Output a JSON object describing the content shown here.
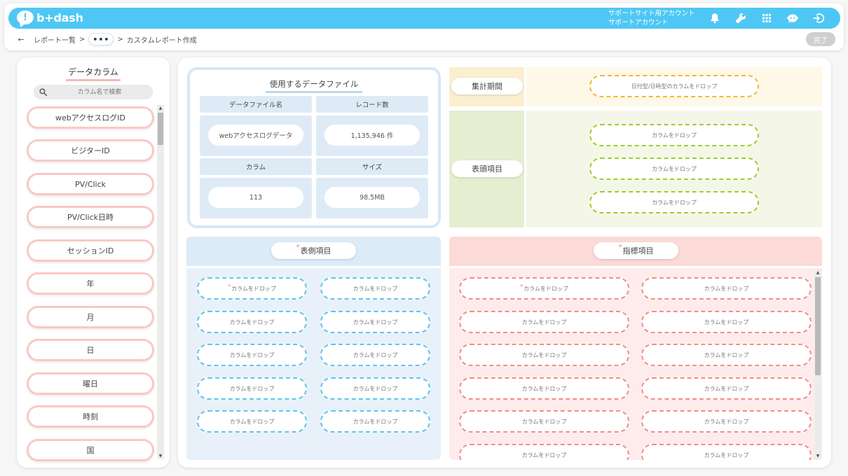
{
  "app": {
    "logo_text": "b+dash",
    "account_line1": "サポートサイト用アカウント",
    "account_line2": "サポートアカウント",
    "header_icons": [
      "bell-icon",
      "wrench-icon",
      "grid-icon",
      "chat-robot-icon",
      "logout-icon"
    ],
    "accent_color": "#4fc7f4"
  },
  "breadcrumb": {
    "back_symbol": "←",
    "report_list": "レポート一覧",
    "separator": ">",
    "ellipsis": "•••",
    "current": "カスタムレポート作成",
    "done_label": "完了"
  },
  "columns_panel": {
    "title": "データカラム",
    "search_placeholder": "カラム名で検索",
    "items": [
      "webアクセスログID",
      "ビジターID",
      "PV/Click",
      "PV/Click日時",
      "セッションID",
      "年",
      "月",
      "日",
      "曜日",
      "時刻",
      "国"
    ]
  },
  "data_file": {
    "title": "使用するデータファイル",
    "name_header": "データファイル名",
    "name_value": "webアクセスログデータ",
    "records_header": "レコード数",
    "records_value": "1,135,946 件",
    "columns_header": "カラム",
    "columns_value": "113",
    "size_header": "サイズ",
    "size_value": "98.5MB"
  },
  "period": {
    "label": "集計期間",
    "drop": "日付型/日時型のカラムをドロップ"
  },
  "header_items": {
    "label": "表頭項目",
    "drops": [
      "カラムをドロップ",
      "カラムをドロップ",
      "カラムをドロップ"
    ]
  },
  "side_items": {
    "label": "表側項目",
    "required_mark": "*",
    "drops": [
      "カラムをドロップ",
      "カラムをドロップ",
      "カラムをドロップ",
      "カラムをドロップ",
      "カラムをドロップ",
      "カラムをドロップ",
      "カラムをドロップ",
      "カラムをドロップ",
      "カラムをドロップ",
      "カラムをドロップ"
    ]
  },
  "metric_items": {
    "label": "指標項目",
    "required_mark": "*",
    "drops": [
      "カラムをドロップ",
      "カラムをドロップ",
      "カラムをドロップ",
      "カラムをドロップ",
      "カラムをドロップ",
      "カラムをドロップ",
      "カラムをドロップ",
      "カラムをドロップ",
      "カラムをドロップ",
      "カラムをドロップ",
      "カラムをドロップ",
      "カラムをドロップ"
    ]
  },
  "colors": {
    "period_bg": "#fdf8e8",
    "period_label_bg": "#fbefcf",
    "header_bg": "#f4f7e8",
    "header_label_bg": "#e6eed2",
    "side_bg": "#e8f1fa",
    "side_label_bg": "#dcebf8",
    "metric_bg": "#fdeceb",
    "metric_label_bg": "#fbdad7"
  }
}
